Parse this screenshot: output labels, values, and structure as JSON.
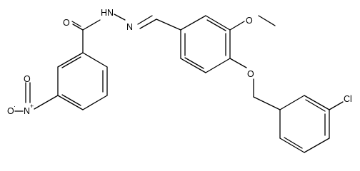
{
  "structure": {
    "atoms": {
      "carbonyl_o": "O",
      "hydrazide_nh": "H",
      "hydrazide_n": "N",
      "imine_n": "N",
      "methoxy_o": "O",
      "ether_o": "O",
      "chloro": "Cl",
      "nitro_n": "N",
      "nitro_n_charge": "+",
      "nitro_o_top": "O",
      "nitro_o_right": "O",
      "nitro_o_radical": "·"
    }
  }
}
